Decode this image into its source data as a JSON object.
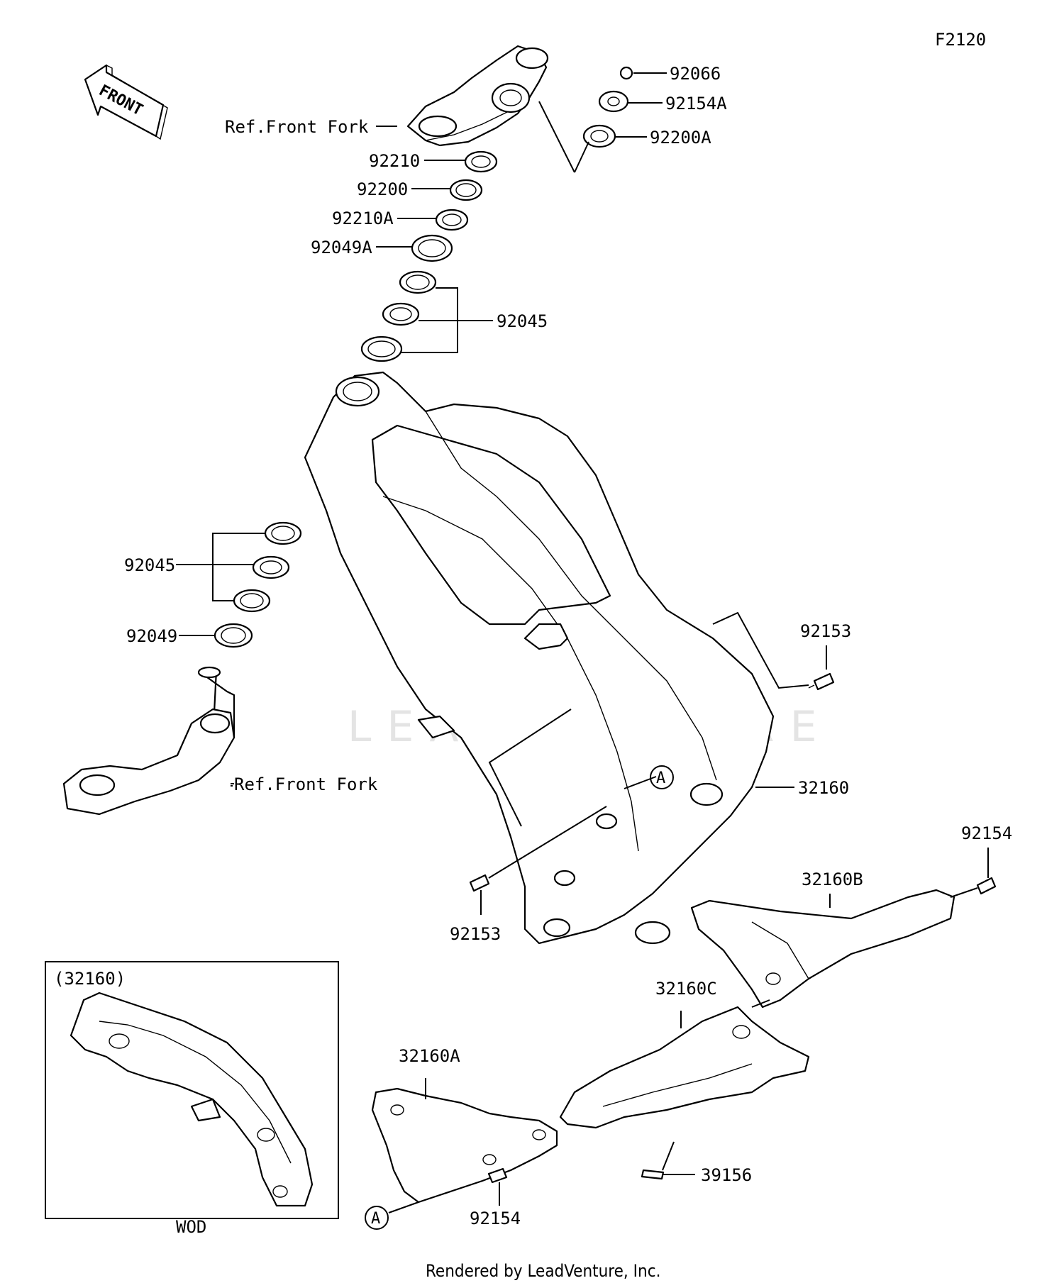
{
  "diagram_code": "F2120",
  "front_label": "FRONT",
  "ref_labels": {
    "ref_upper": "Ref.Front Fork",
    "ref_lower": "Ref.Front Fork"
  },
  "part_labels": {
    "p92066": "92066",
    "p92154A": "92154A",
    "p92200A": "92200A",
    "p92210": "92210",
    "p92200": "92200",
    "p92210A": "92210A",
    "p92049A": "92049A",
    "p92045_upper": "92045",
    "p92045_lower": "92045",
    "p92049": "92049",
    "p92153_right": "92153",
    "p92153_left": "92153",
    "p32160": "32160",
    "p92154_right": "92154",
    "p32160B": "32160B",
    "p32160C": "32160C",
    "p32160A": "32160A",
    "p39156": "39156",
    "p92154_bottom": "92154"
  },
  "callout_marker": "A",
  "inset": {
    "title": "(32160)",
    "caption": "WOD"
  },
  "watermark": "LEADVENTURE",
  "footer": "Rendered by LeadVenture, Inc."
}
